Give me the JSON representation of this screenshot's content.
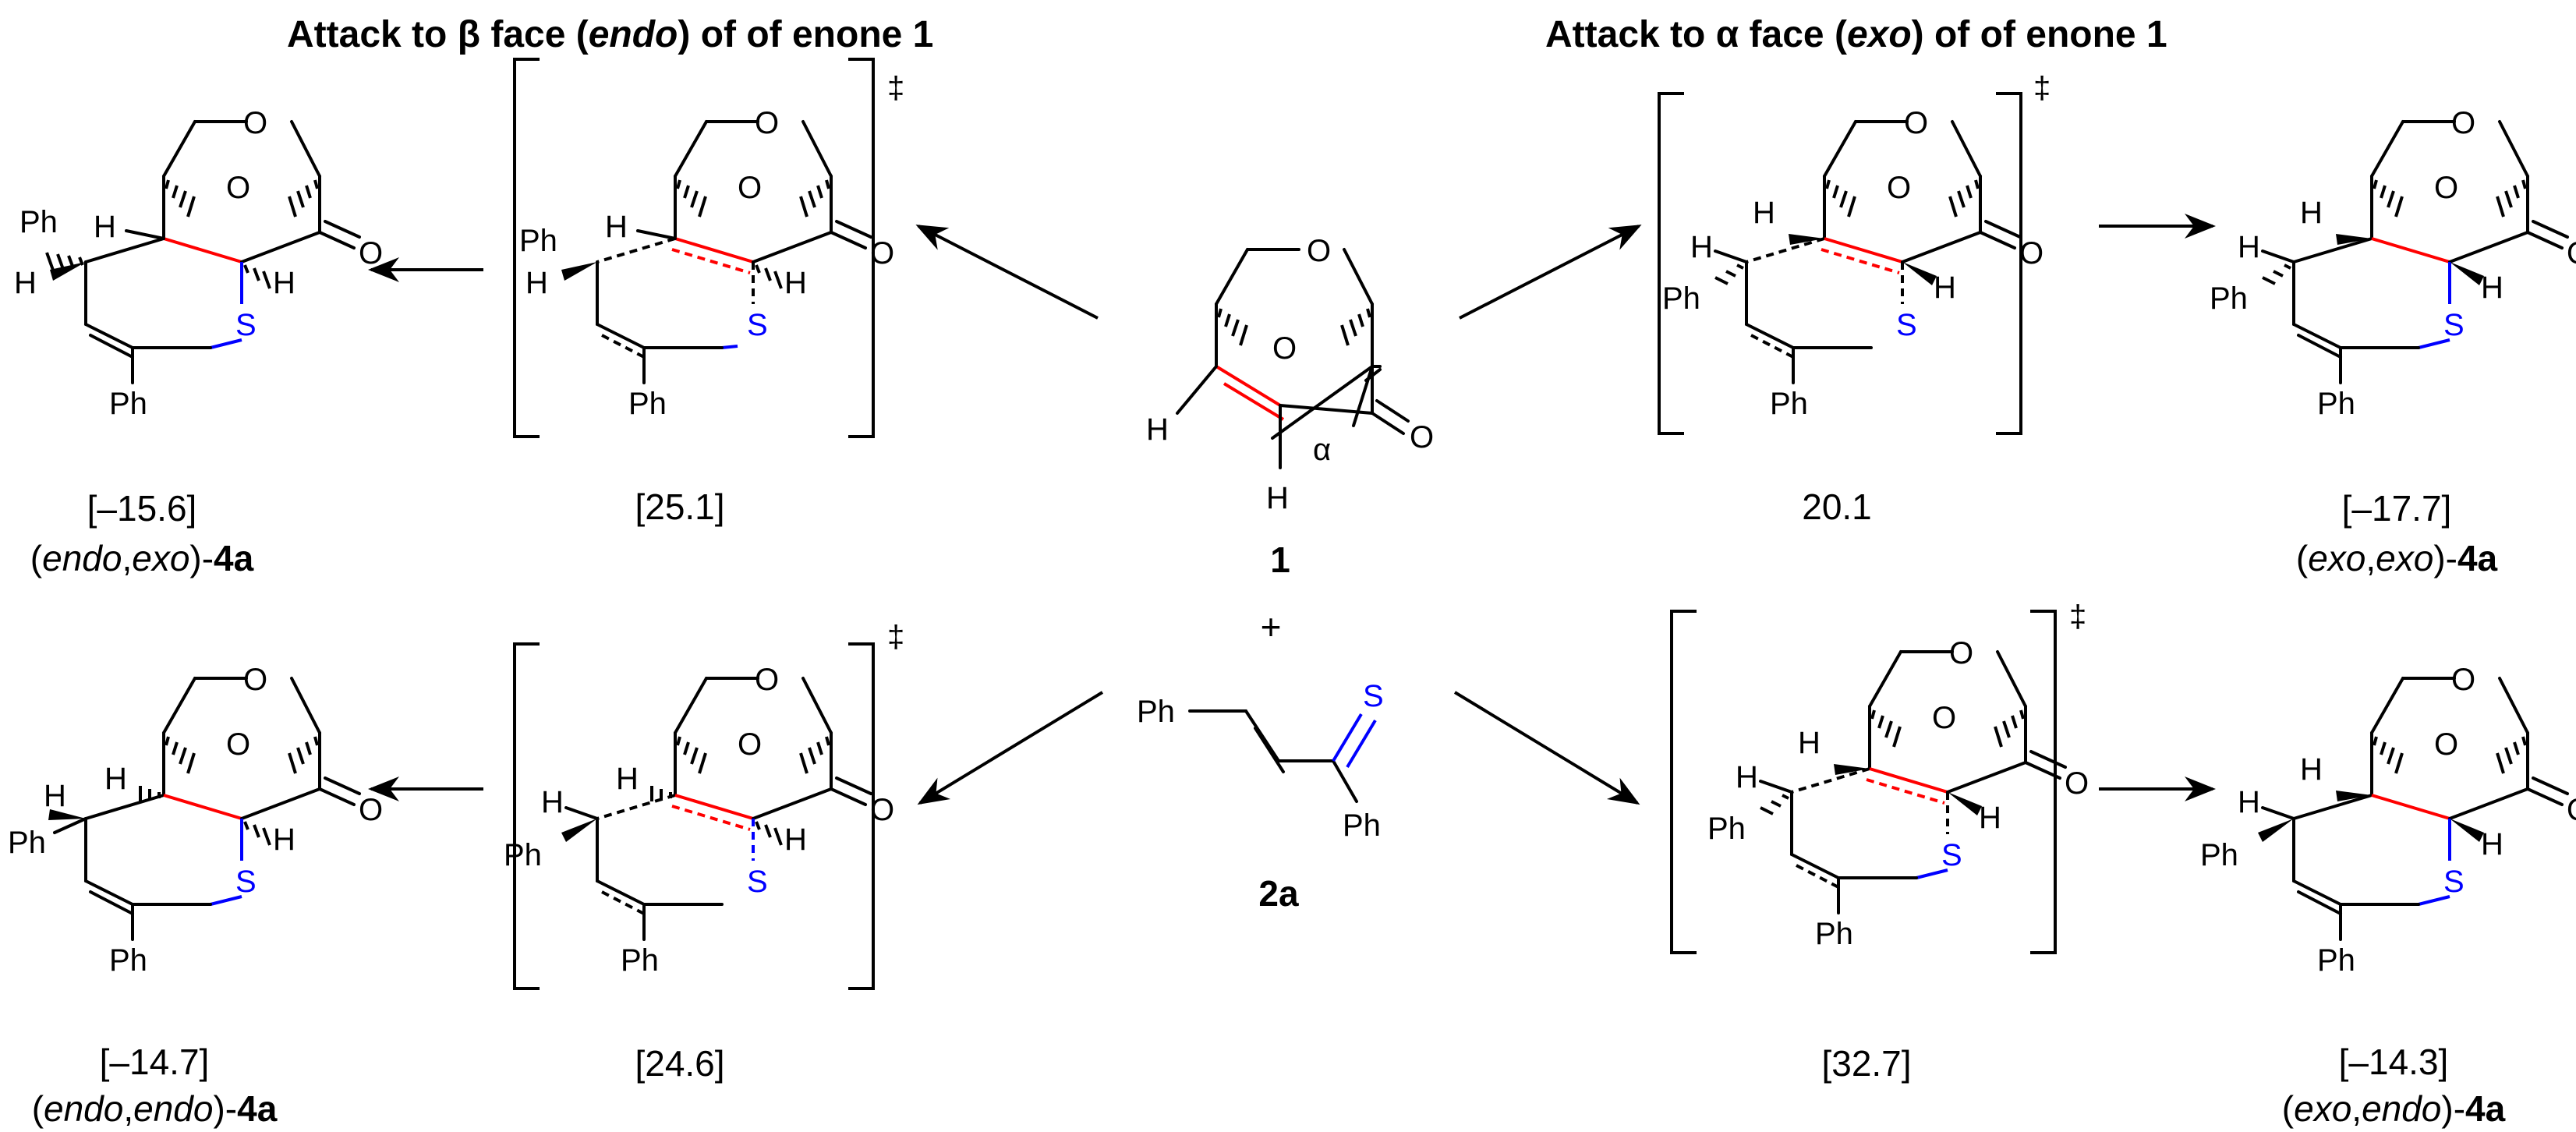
{
  "headings": {
    "left": {
      "pre": "Attack to  β face (",
      "it": "endo",
      "post": ") of of enone 1"
    },
    "right": {
      "pre": "Attack to α face (",
      "it": "exo",
      "post": ") of of enone 1"
    }
  },
  "atoms": {
    "O": "O",
    "S": "S",
    "H": "H",
    "Ph": "Ph",
    "alpha": "α"
  },
  "dagger": "‡",
  "plus": "+",
  "compound1": "1",
  "compound2a": "2a",
  "energies": {
    "endo_exo_product": "[–15.6]",
    "endo_exo_ts": "[25.1]",
    "exo_exo_ts": "20.1",
    "exo_exo_product": "[–17.7]",
    "endo_endo_product": "[–14.7]",
    "endo_endo_ts": "[24.6]",
    "exo_endo_ts": "[32.7]",
    "exo_endo_product": "[–14.3]"
  },
  "names": {
    "endo_exo": {
      "a": "endo",
      "sep": ",",
      "b": "exo",
      "close": ")-",
      "cmpd": "4a"
    },
    "exo_exo": {
      "a": "exo",
      "sep": ",",
      "b": "exo",
      "close": ")-",
      "cmpd": "4a"
    },
    "endo_endo": {
      "a": "endo",
      "sep": ",",
      "b": "endo",
      "close": ")-",
      "cmpd": "4a"
    },
    "exo_endo": {
      "a": "exo",
      "sep": ",",
      "b": "endo",
      "close": ")-",
      "cmpd": "4a"
    }
  }
}
